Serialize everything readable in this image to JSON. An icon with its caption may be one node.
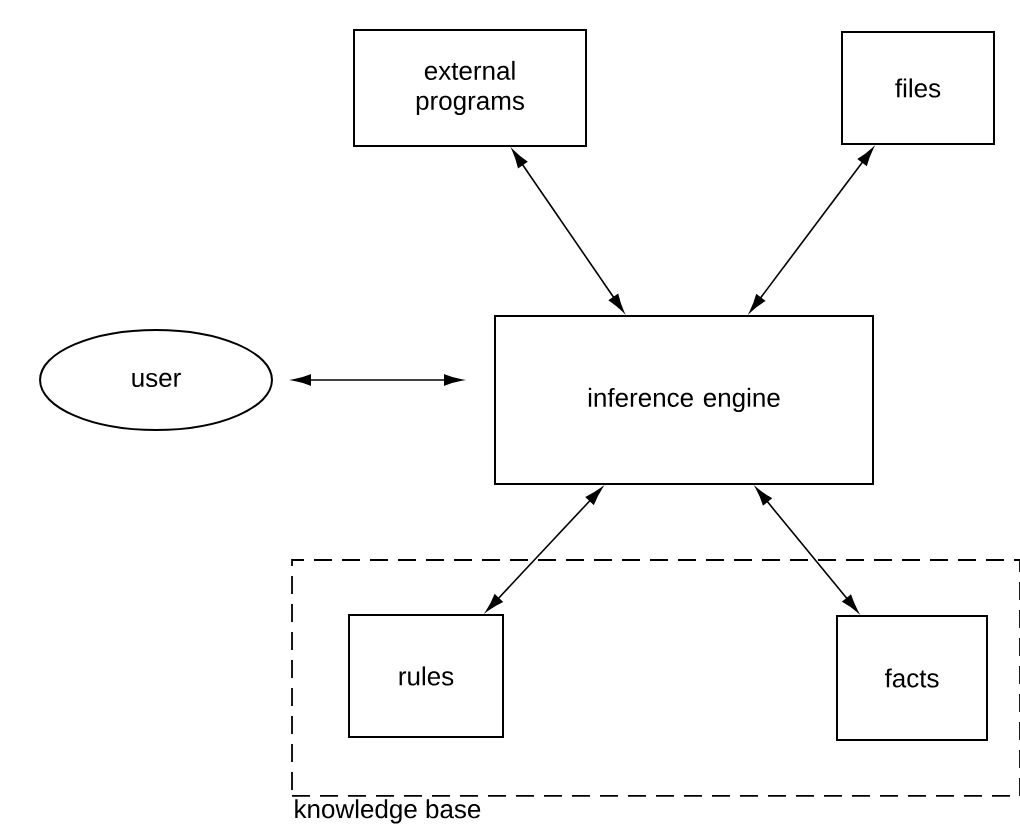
{
  "diagram": {
    "nodes": [
      {
        "text": [
          "external programs"
        ]
      },
      {
        "text": [
          "files"
        ]
      },
      {
        "text": [
          "user"
        ]
      },
      {
        "text": [
          "inference engine"
        ]
      },
      {
        "text": [
          "knowledge base"
        ]
      },
      {
        "text": [
          "rules"
        ],
        "in": 4
      },
      {
        "text": [
          "facts"
        ],
        "in": 4
      }
    ],
    "edges": [
      {
        "from": 2,
        "to": 3,
        "arrow": "both"
      },
      {
        "from": 0,
        "to": 3,
        "arrow": "both"
      },
      {
        "from": 1,
        "to": 3,
        "arrow": "both"
      },
      {
        "from": 3,
        "to": 5,
        "arrow": "both"
      },
      {
        "from": 3,
        "to": 6,
        "arrow": "both"
      }
    ]
  }
}
